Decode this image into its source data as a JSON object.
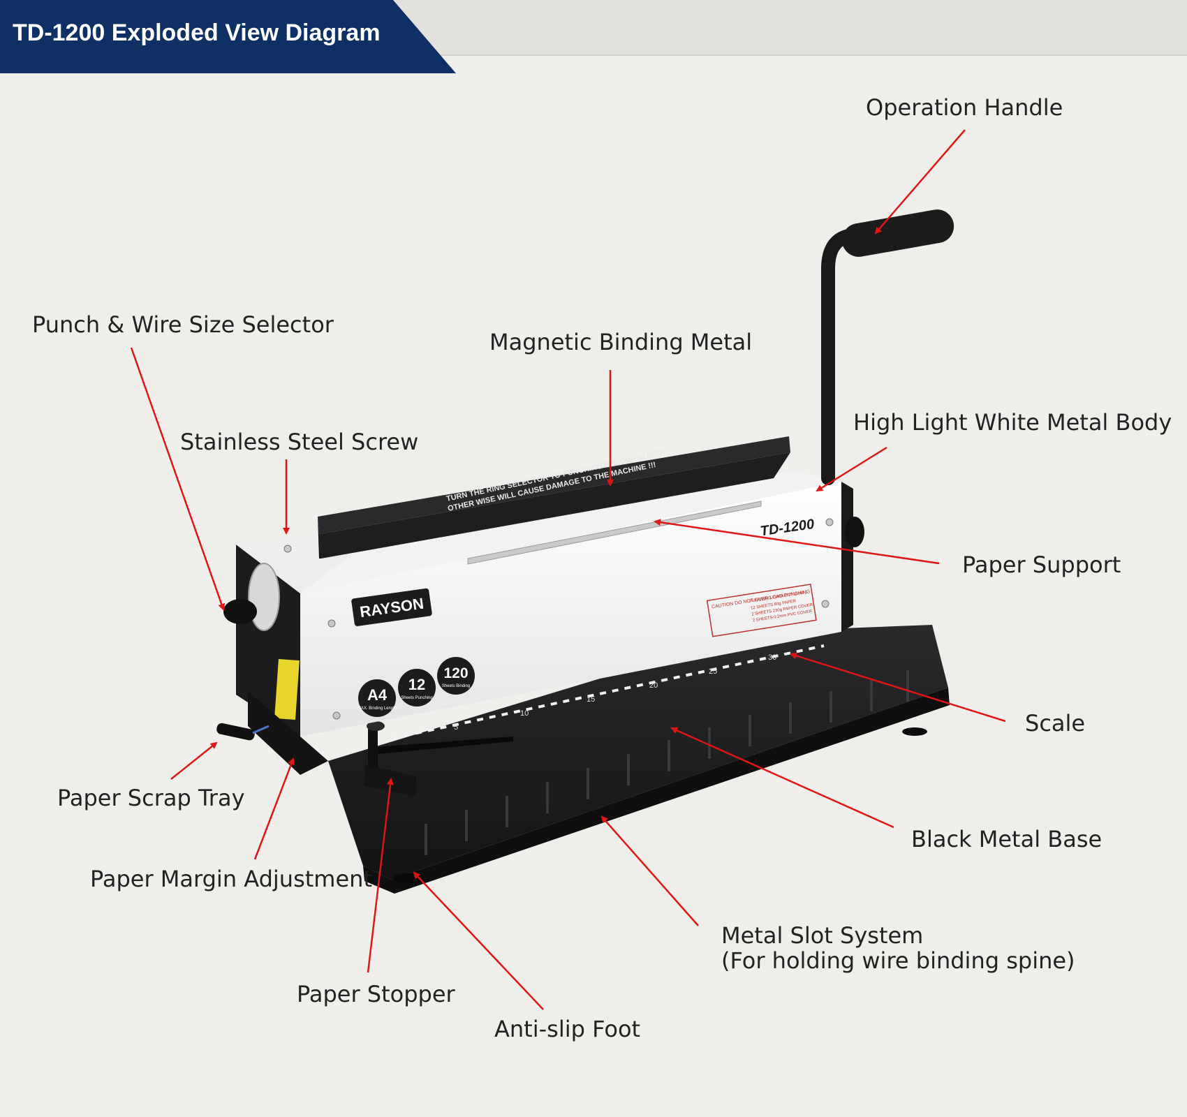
{
  "title": "TD-1200 Exploded View Diagram",
  "machine": {
    "brand": "RAYSON",
    "model": "TD-1200",
    "warning_line1": "TURN THE RING SELECTOR TO PUNCHING BEFORE PUNCH",
    "warning_line2": "OTHER WISE WILL CAUSE DAMAGE TO THE MACHINE !!!",
    "badges": [
      {
        "big": "A4",
        "small": "MAX. Binding Length"
      },
      {
        "big": "12",
        "small": "Sheets Punching"
      },
      {
        "big": "120",
        "small": "Sheets Binding"
      }
    ],
    "caution": "CAUTION DO NOT OVER LOAD PUNCHING",
    "capacity_title": "PUNCHING CAPACITY (MAX.)",
    "capacity_lines": [
      "12 SHEETS 80g PAPER",
      "2 SHEETS 230g PAPER COVER",
      "2 SHEETS 0.2mm PVC COVER"
    ],
    "scale_marks": [
      "5",
      "10",
      "15",
      "20",
      "25",
      "30"
    ]
  },
  "labels": {
    "operation_handle": "Operation Handle",
    "punch_selector": "Punch & Wire Size Selector",
    "magnetic_metal": "Magnetic Binding Metal",
    "high_light_body": "High Light White Metal Body",
    "stainless_screw": "Stainless Steel Screw",
    "paper_support": "Paper Support",
    "scale": "Scale",
    "paper_scrap_tray": "Paper Scrap Tray",
    "black_metal_base": "Black Metal Base",
    "paper_margin": "Paper Margin Adjustment",
    "metal_slot_line1": "Metal Slot System",
    "metal_slot_line2": "(For holding wire binding spine)",
    "paper_stopper": "Paper Stopper",
    "anti_slip_foot": "Anti-slip Foot"
  },
  "colors": {
    "banner": "#0e3064",
    "arrow": "#e01515",
    "background": "#efeeea",
    "machine_black": "#1c1c1e",
    "machine_white": "#f4f4f4"
  }
}
